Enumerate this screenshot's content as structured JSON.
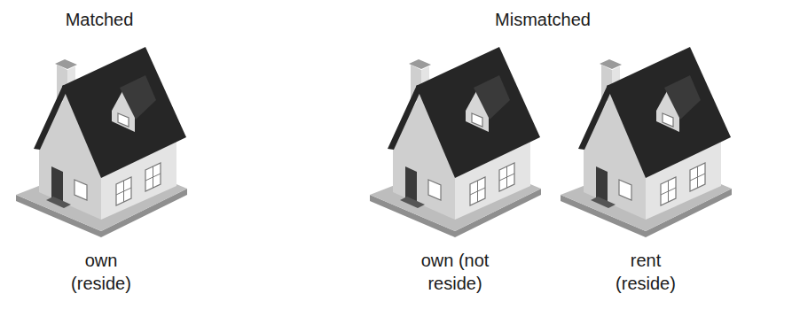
{
  "diagram": {
    "nodes": [
      {
        "text": [
          "own (reside)"
        ]
      },
      {
        "text": [
          "own (not reside)"
        ]
      },
      {
        "text": [
          "rent (reside)"
        ]
      }
    ],
    "labels": [
      "Matched",
      "Mismatched"
    ]
  }
}
